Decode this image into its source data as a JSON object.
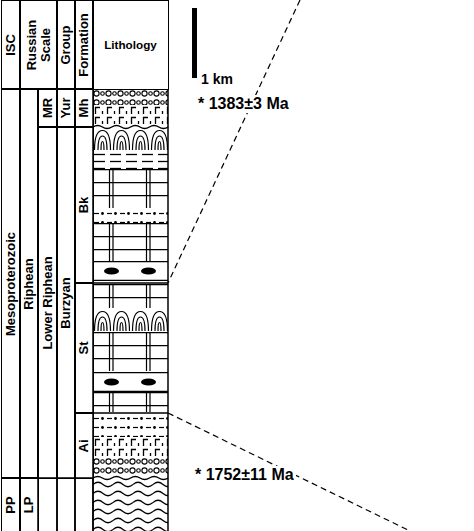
{
  "diagram": {
    "nodes": [
      {
        "text": [
          "ISC"
        ]
      },
      {
        "text": [
          "Russian Scale"
        ]
      },
      {
        "text": [
          "Group"
        ]
      },
      {
        "text": [
          "Formation"
        ]
      },
      {
        "text": [
          "Lithology"
        ]
      },
      {
        "text": [
          "Mesoproterozoic"
        ]
      },
      {
        "text": [
          "PP"
        ]
      },
      {
        "text": [
          "Riphean"
        ]
      },
      {
        "text": [
          "LP"
        ]
      },
      {
        "text": [
          "MR"
        ]
      },
      {
        "text": [
          "Lower Riphean"
        ]
      },
      {
        "text": [
          "Yur"
        ]
      },
      {
        "text": [
          "Burzyan"
        ]
      },
      {
        "text": [
          "Mh"
        ]
      },
      {
        "text": [
          "Bk"
        ]
      },
      {
        "text": [
          "St"
        ]
      },
      {
        "text": [
          "Ai"
        ]
      }
    ],
    "labels": [
      "1 km",
      "* 1383±3 Ma",
      "* 1752±11 Ma"
    ]
  }
}
